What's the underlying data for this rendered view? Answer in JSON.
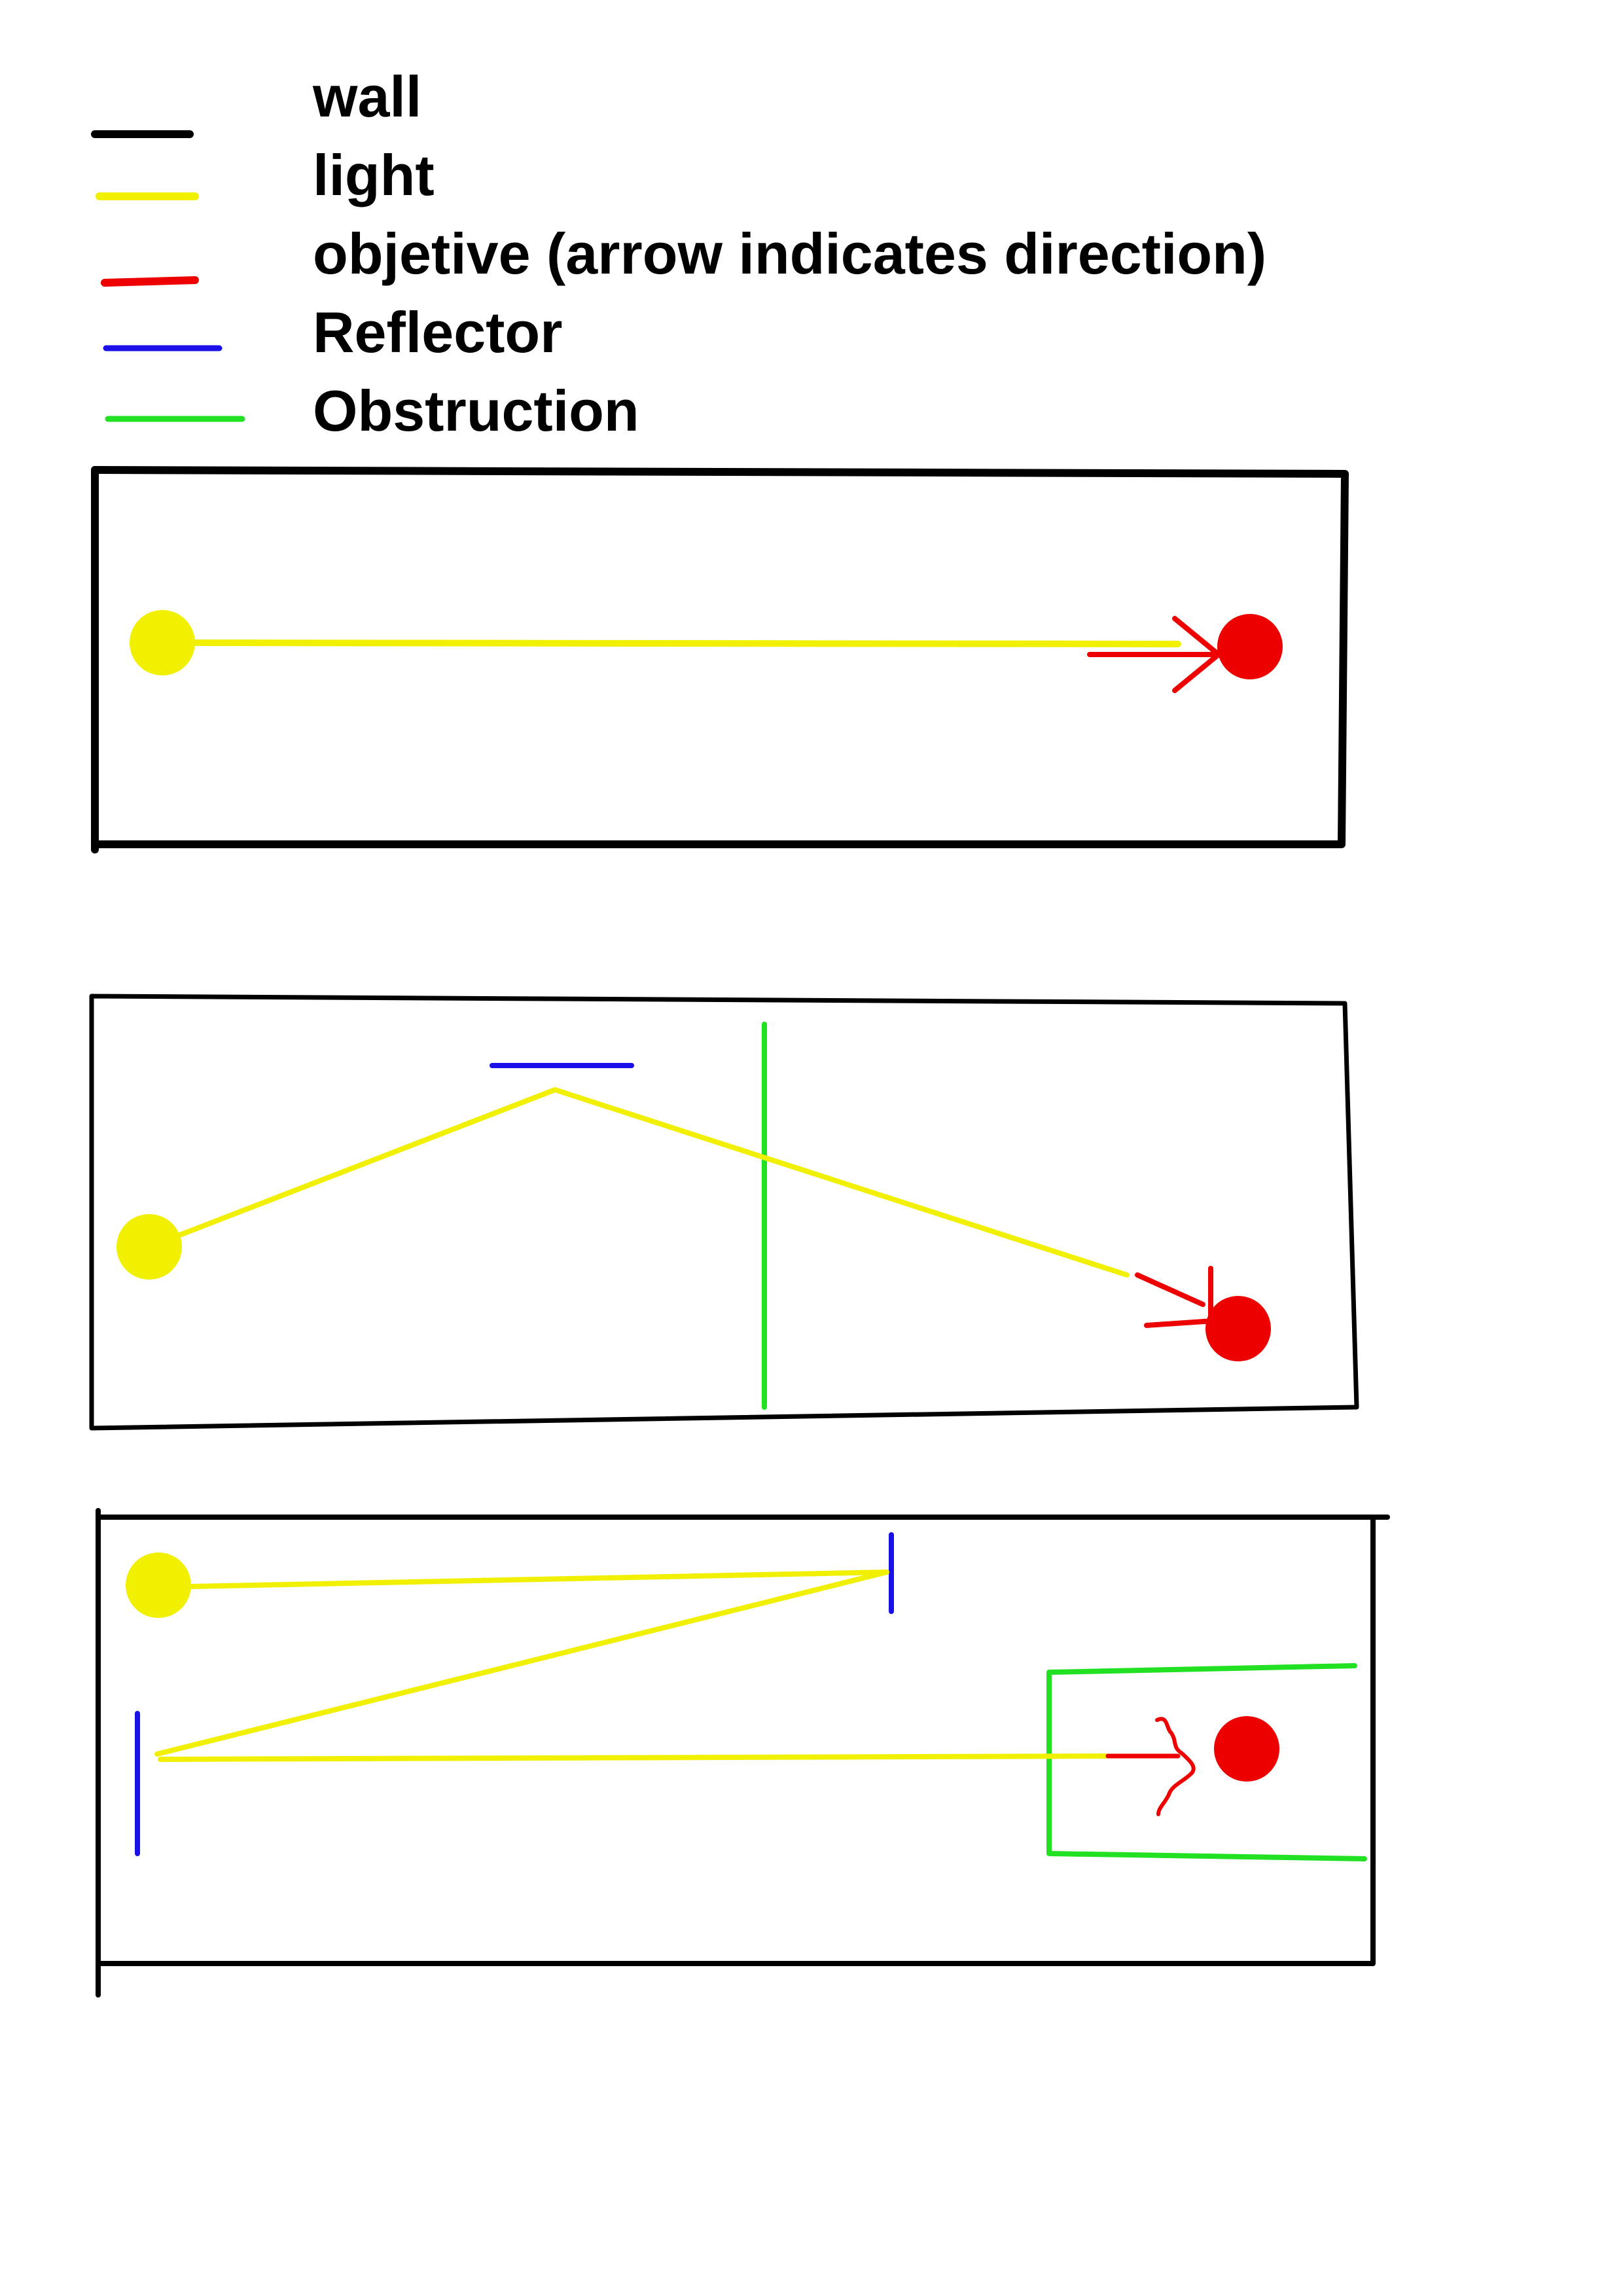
{
  "colors": {
    "wall": "#000000",
    "light": "#f0f000",
    "objective": "#ee0000",
    "reflector": "#1a10e8",
    "obstruction": "#22e022",
    "background": "#ffffff"
  },
  "legend": [
    {
      "key": "wall",
      "label": "wall"
    },
    {
      "key": "light",
      "label": "light"
    },
    {
      "key": "objective",
      "label": "objetive (arrow indicates direction)"
    },
    {
      "key": "reflector",
      "label": "Reflector"
    },
    {
      "key": "obstruction",
      "label": "Obstruction"
    }
  ],
  "scenarios": [
    {
      "name": "direct-path",
      "description_elements": [
        "wall",
        "light",
        "objective"
      ]
    },
    {
      "name": "single-reflection-past-obstruction",
      "description_elements": [
        "wall",
        "light",
        "reflector",
        "obstruction",
        "objective"
      ]
    },
    {
      "name": "double-reflection-into-enclosure",
      "description_elements": [
        "wall",
        "light",
        "reflector",
        "obstruction",
        "objective"
      ]
    }
  ]
}
